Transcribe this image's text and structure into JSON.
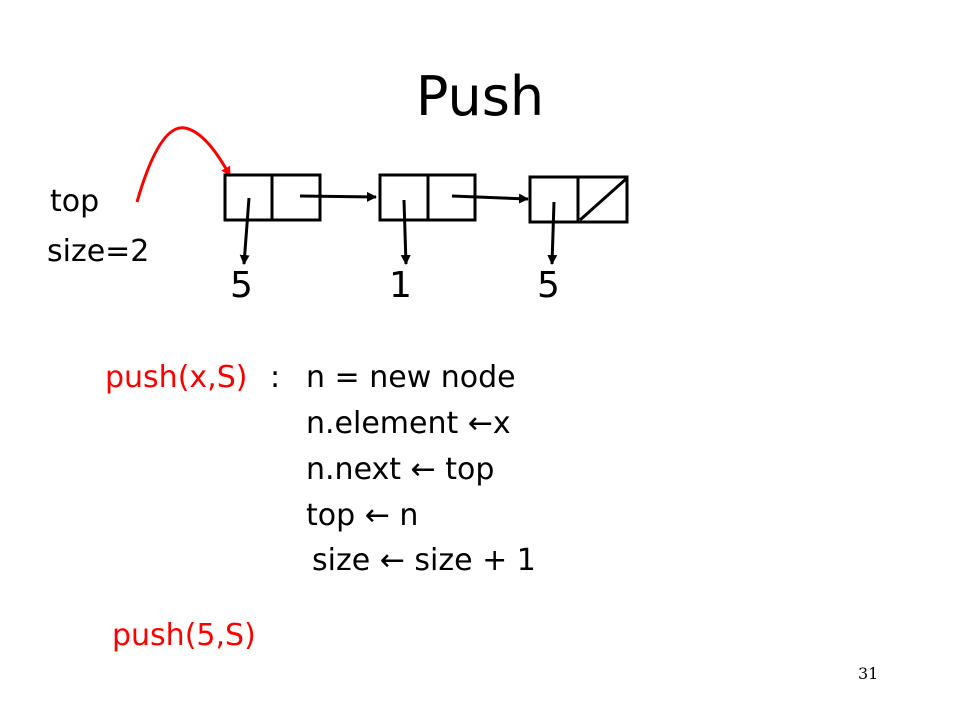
{
  "slide": {
    "title": "Push",
    "page_number": "31"
  },
  "diagram": {
    "top_label": "top",
    "size_label": "size=2",
    "values": [
      "5",
      "1",
      "5"
    ]
  },
  "code": {
    "signature": "push(x,S)",
    "colon": ":",
    "lines": [
      "n = new node",
      "n.element ←x",
      "n.next ← top",
      "top ← n",
      "size ← size + 1"
    ]
  },
  "example": "push(5,S)",
  "colors": {
    "accent": "#ff0000",
    "text": "#000000"
  }
}
